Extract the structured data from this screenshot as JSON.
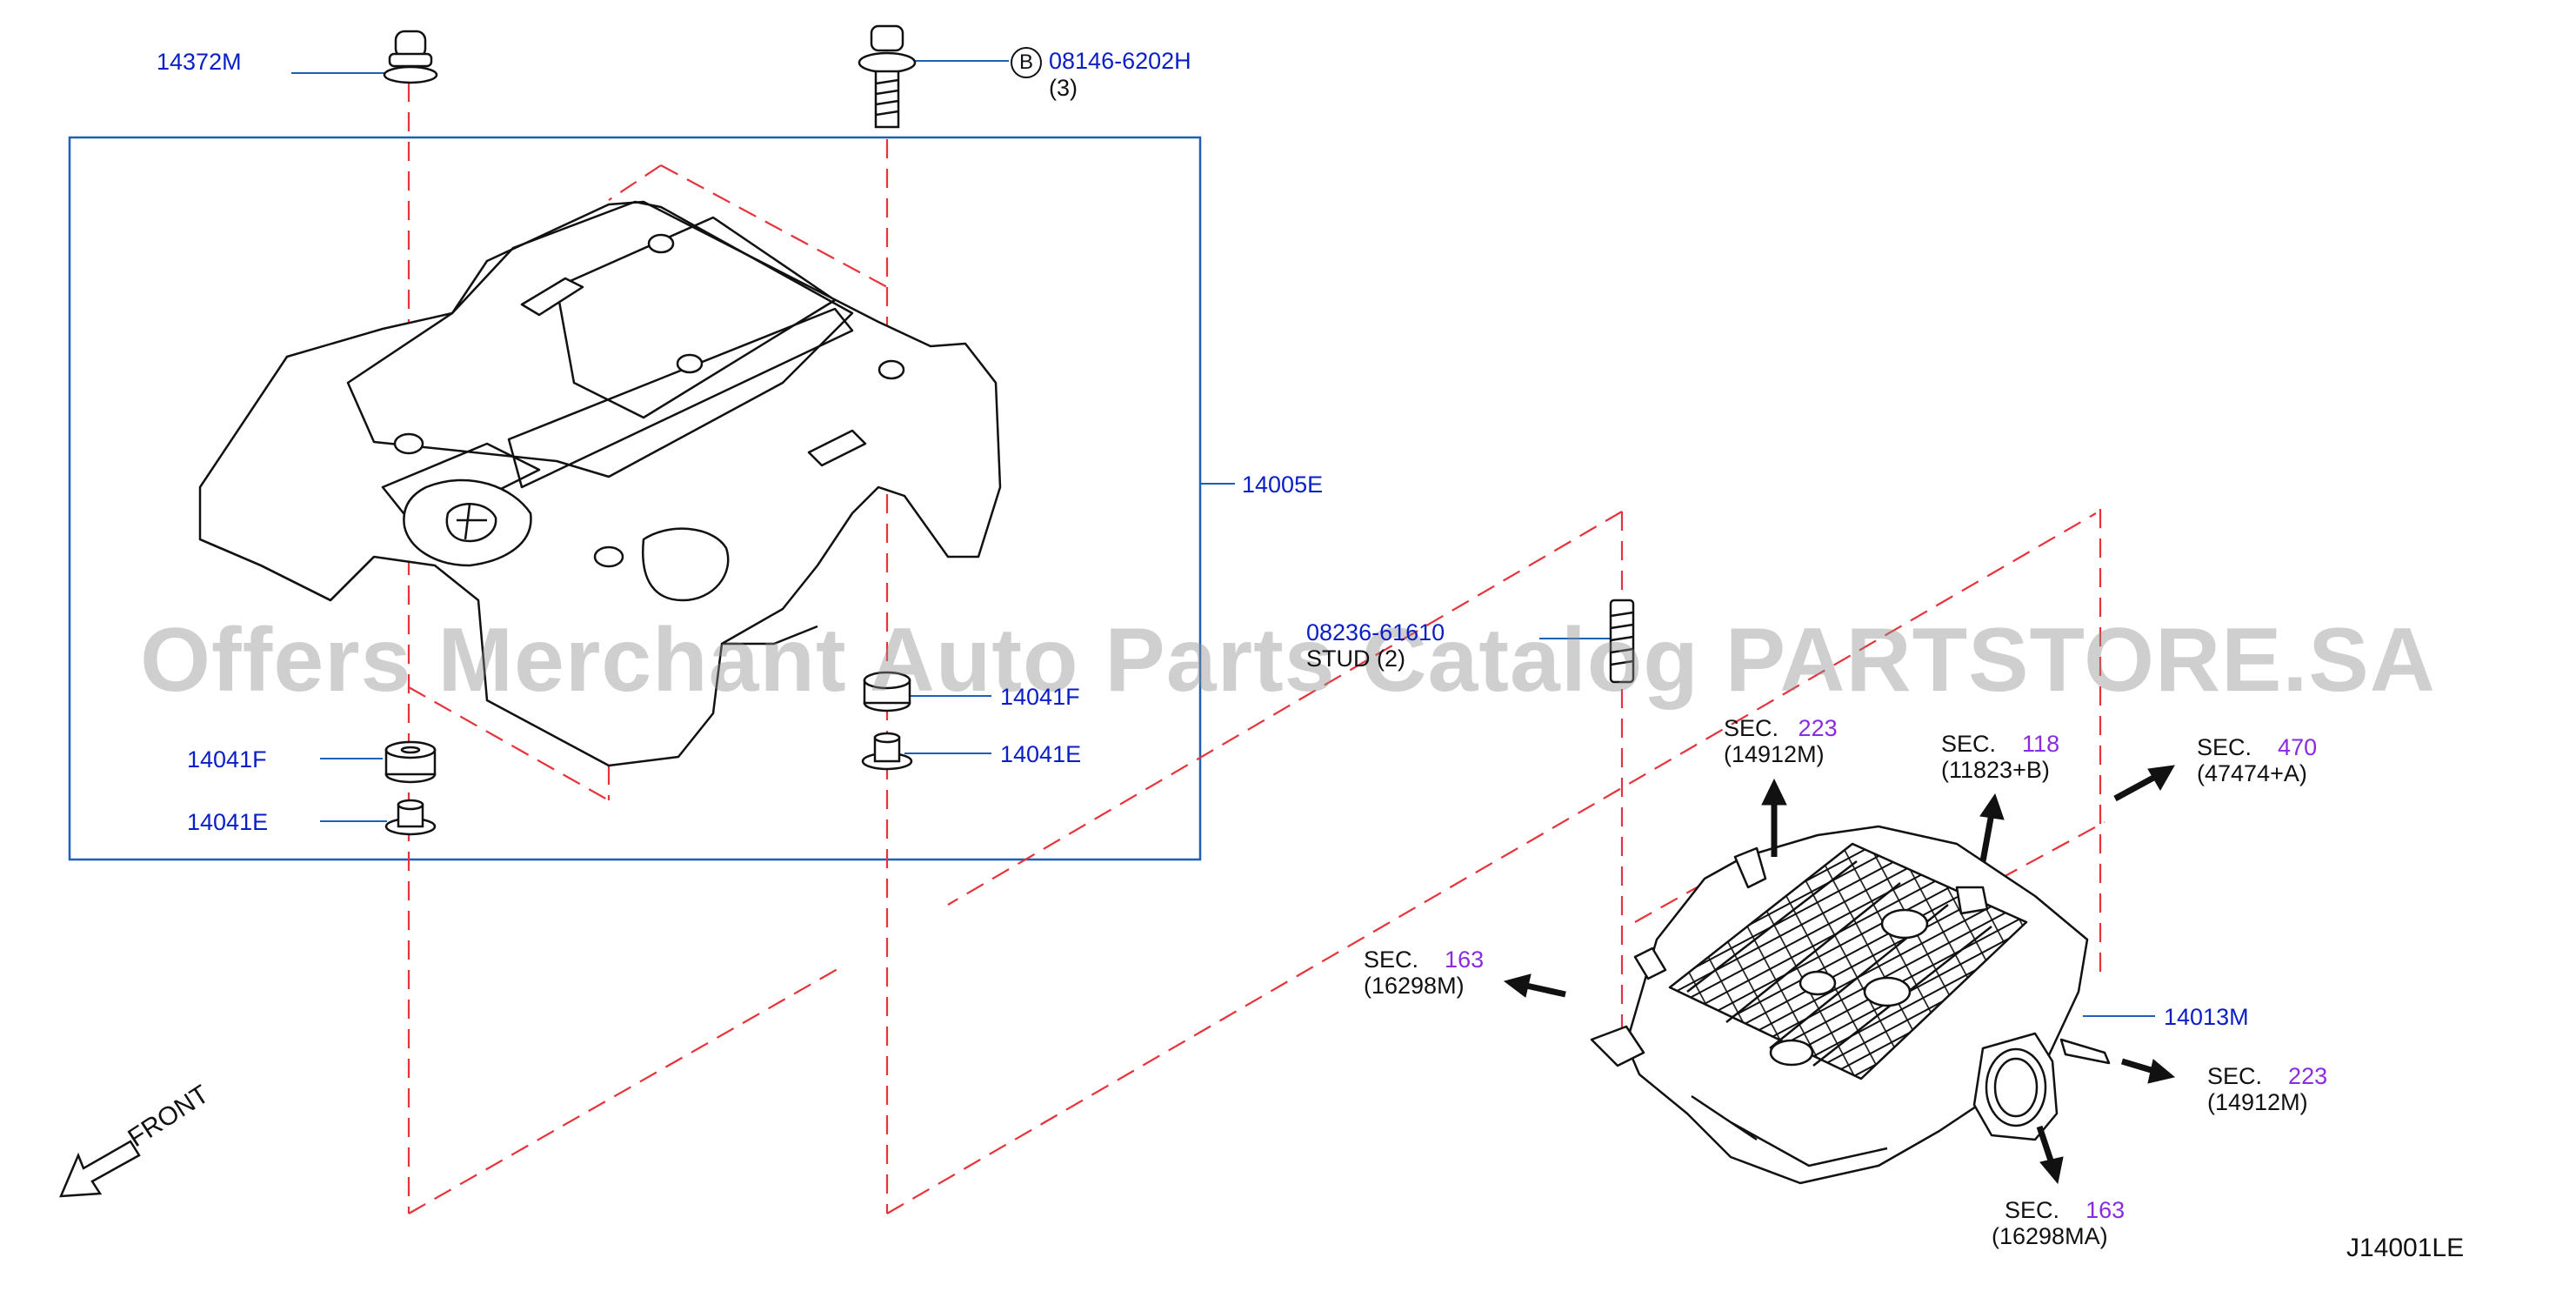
{
  "labels": {
    "part_14372M": "14372M",
    "part_08146_6202H": "08146-6202H",
    "circle_b": "B",
    "qty_3": "(3)",
    "part_14005E": "14005E",
    "part_08236_61610": "08236-61610",
    "stud_2": "STUD  (2)",
    "part_14041F_right": "14041F",
    "part_14041E_right": "14041E",
    "part_14041F_left": "14041F",
    "part_14041E_left": "14041E",
    "part_14013M": "14013M",
    "diagram_code": "J14001LE",
    "front": "FRONT"
  },
  "sections": [
    {
      "id": "s223a",
      "sec": "SEC.",
      "num": "223",
      "ref": "(14912M)"
    },
    {
      "id": "s118",
      "sec": "SEC.",
      "num": "118",
      "ref": "(11823+B)"
    },
    {
      "id": "s470",
      "sec": "SEC.",
      "num": "470",
      "ref": "(47474+A)"
    },
    {
      "id": "s163a",
      "sec": "SEC.",
      "num": "163",
      "ref": "(16298M)"
    },
    {
      "id": "s223b",
      "sec": "SEC.",
      "num": "223",
      "ref": "(14912M)"
    },
    {
      "id": "s163b",
      "sec": "SEC.",
      "num": "163",
      "ref": "(16298MA)"
    }
  ],
  "watermark": "Offers Merchant Auto Parts Catalog PARTSTORE.SA",
  "colors": {
    "part_number": "#0a1ec8",
    "section_number": "#8a2be2",
    "dashed_guides": "#e8323a",
    "leader_lines": "#1f5fb5",
    "line_art": "#111111"
  }
}
